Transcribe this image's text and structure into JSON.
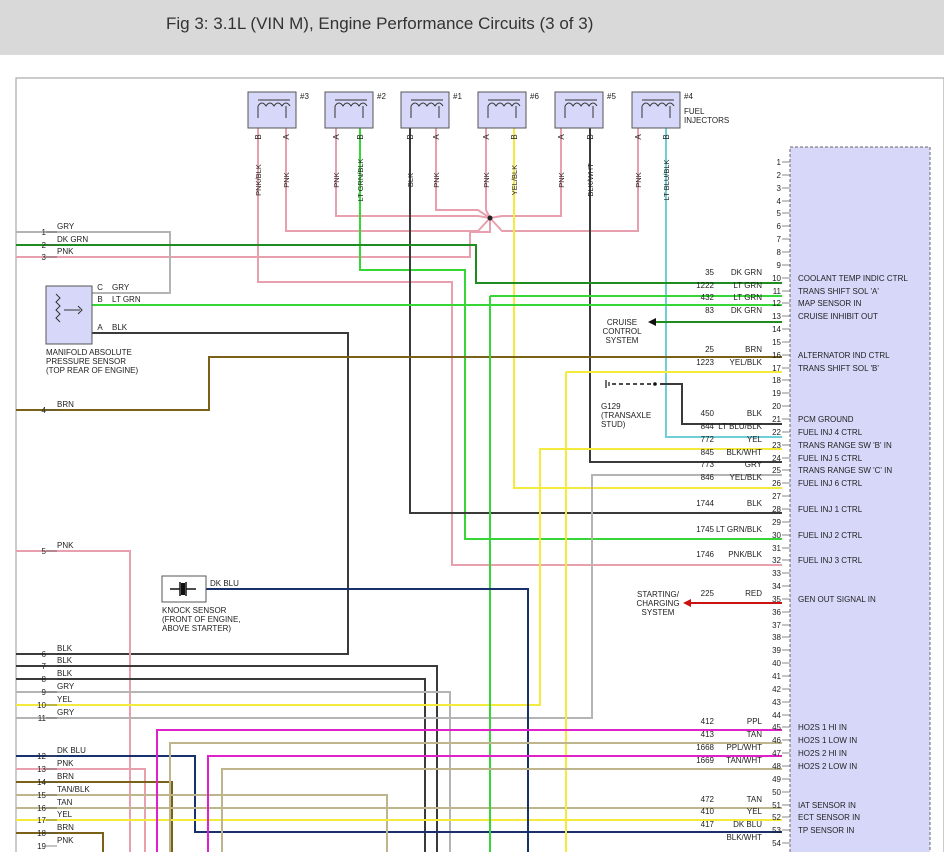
{
  "page": {
    "title": "Fig 3: 3.1L (VIN M), Engine Performance Circuits (3 of 3)"
  },
  "colors": {
    "pink": "#e8a0ae",
    "ltgrn": "#37d637",
    "dkgrn": "#1e8c1e",
    "gry": "#b4b4b4",
    "blk": "#3a3a3a",
    "yel": "#f3ea3c",
    "ltblublk": "#6fcfd6",
    "brn": "#7a6118",
    "dkblu": "#18306b",
    "red": "#cc1111",
    "tan": "#bfb58c",
    "ppl": "#e020c8",
    "pcm_fill": "#d7d8f9"
  },
  "injectors": {
    "header_label": "FUEL\nINJECTORS",
    "items": [
      {
        "num": "#3",
        "pin1": "B",
        "pin2": "A",
        "wire1": "PNK/BLK",
        "wire2": "PNK"
      },
      {
        "num": "#2",
        "pin1": "A",
        "pin2": "B",
        "wire1": "PNK",
        "wire2": "LT GRN/BLK"
      },
      {
        "num": "#1",
        "pin1": "B",
        "pin2": "A",
        "wire1": "BLK",
        "wire2": "PNK"
      },
      {
        "num": "#6",
        "pin1": "A",
        "pin2": "B",
        "wire1": "PNK",
        "wire2": "YEL/BLK"
      },
      {
        "num": "#5",
        "pin1": "A",
        "pin2": "B",
        "wire1": "PNK",
        "wire2": "BLK/WHT"
      },
      {
        "num": "#4",
        "pin1": "A",
        "pin2": "B",
        "wire1": "PNK",
        "wire2": "LT BLU/BLK"
      }
    ]
  },
  "map_sensor": {
    "label": "MANIFOLD ABSOLUTE\nPRESSURE SENSOR\n(TOP REAR OF ENGINE)",
    "pins": [
      {
        "pin": "C",
        "color": "GRY"
      },
      {
        "pin": "B",
        "color": "LT GRN"
      },
      {
        "pin": "A",
        "color": "BLK"
      }
    ]
  },
  "knock_sensor": {
    "label": "KNOCK SENSOR\n(FRONT OF ENGINE,\nABOVE STARTER)",
    "wire": "DK BLU"
  },
  "ground": {
    "label": "G129\n(TRANSAXLE\nSTUD)"
  },
  "systems": {
    "cruise": "CRUISE\nCONTROL\nSYSTEM",
    "charging": "STARTING/\nCHARGING\nSYSTEM"
  },
  "left_connector": [
    {
      "num": "1",
      "color": "GRY"
    },
    {
      "num": "2",
      "color": "DK GRN"
    },
    {
      "num": "3",
      "color": "PNK"
    },
    {
      "num": "4",
      "color": "BRN"
    },
    {
      "num": "5",
      "color": "PNK"
    },
    {
      "num": "6",
      "color": "BLK"
    },
    {
      "num": "7",
      "color": "BLK"
    },
    {
      "num": "8",
      "color": "BLK"
    },
    {
      "num": "9",
      "color": "GRY"
    },
    {
      "num": "10",
      "color": "YEL"
    },
    {
      "num": "11",
      "color": "GRY"
    },
    {
      "num": "12",
      "color": "DK BLU"
    },
    {
      "num": "13",
      "color": "PNK"
    },
    {
      "num": "14",
      "color": "BRN"
    },
    {
      "num": "15",
      "color": "TAN/BLK"
    },
    {
      "num": "16",
      "color": "TAN"
    },
    {
      "num": "17",
      "color": "YEL"
    },
    {
      "num": "18",
      "color": "BRN"
    },
    {
      "num": "19",
      "color": "PNK"
    }
  ],
  "pcm_pins": [
    {
      "pin": "10",
      "circuit": "35",
      "color": "DK GRN",
      "function": "COOLANT TEMP INDIC CTRL"
    },
    {
      "pin": "11",
      "circuit": "1222",
      "color": "LT GRN",
      "function": "TRANS SHIFT SOL 'A'"
    },
    {
      "pin": "12",
      "circuit": "432",
      "color": "LT GRN",
      "function": "MAP SENSOR IN"
    },
    {
      "pin": "13",
      "circuit": "83",
      "color": "DK GRN",
      "function": "CRUISE INHIBIT OUT"
    },
    {
      "pin": "16",
      "circuit": "25",
      "color": "BRN",
      "function": "ALTERNATOR IND CTRL"
    },
    {
      "pin": "17",
      "circuit": "1223",
      "color": "YEL/BLK",
      "function": "TRANS SHIFT SOL 'B'"
    },
    {
      "pin": "21",
      "circuit": "450",
      "color": "BLK",
      "function": "PCM GROUND"
    },
    {
      "pin": "22",
      "circuit": "844",
      "color": "LT BLU/BLK",
      "function": "FUEL INJ 4 CTRL"
    },
    {
      "pin": "23",
      "circuit": "772",
      "color": "YEL",
      "function": "TRANS RANGE SW 'B' IN"
    },
    {
      "pin": "24",
      "circuit": "845",
      "color": "BLK/WHT",
      "function": "FUEL INJ 5 CTRL"
    },
    {
      "pin": "25",
      "circuit": "773",
      "color": "GRY",
      "function": "TRANS RANGE SW 'C' IN"
    },
    {
      "pin": "26",
      "circuit": "846",
      "color": "YEL/BLK",
      "function": "FUEL INJ 6 CTRL"
    },
    {
      "pin": "28",
      "circuit": "1744",
      "color": "BLK",
      "function": "FUEL INJ 1 CTRL"
    },
    {
      "pin": "30",
      "circuit": "1745",
      "color": "LT GRN/BLK",
      "function": "FUEL INJ 2 CTRL"
    },
    {
      "pin": "32",
      "circuit": "1746",
      "color": "PNK/BLK",
      "function": "FUEL INJ 3 CTRL"
    },
    {
      "pin": "35",
      "circuit": "225",
      "color": "RED",
      "function": "GEN OUT SIGNAL IN"
    },
    {
      "pin": "45",
      "circuit": "412",
      "color": "PPL",
      "function": "HO2S 1 HI IN"
    },
    {
      "pin": "46",
      "circuit": "413",
      "color": "TAN",
      "function": "HO2S 1 LOW IN"
    },
    {
      "pin": "47",
      "circuit": "1668",
      "color": "PPL/WHT",
      "function": "HO2S 2 HI IN"
    },
    {
      "pin": "48",
      "circuit": "1669",
      "color": "TAN/WHT",
      "function": "HO2S 2 LOW IN"
    },
    {
      "pin": "51",
      "circuit": "472",
      "color": "TAN",
      "function": "IAT SENSOR IN"
    },
    {
      "pin": "52",
      "circuit": "410",
      "color": "YEL",
      "function": "ECT SENSOR IN"
    },
    {
      "pin": "53",
      "circuit": "417",
      "color": "DK BLU",
      "function": "TP SENSOR IN"
    },
    {
      "pin": "54",
      "circuit": "",
      "color": "BLK/WHT",
      "function": ""
    }
  ],
  "pcm_pin_count": 54
}
